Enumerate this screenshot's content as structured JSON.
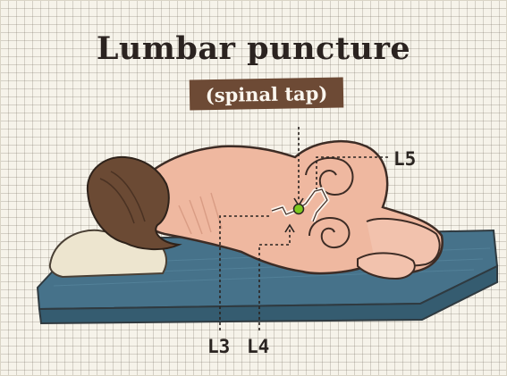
{
  "title": "Lumbar puncture",
  "subtitle": "(spinal tap)",
  "labels": {
    "l5": "L5",
    "l3": "L3",
    "l4": "L4"
  },
  "colors": {
    "background": "#f6f3ea",
    "subtitle_banner": "#6d4a35",
    "skin": "#efb8a0",
    "hair": "#6b4a34",
    "mat": "#46728a",
    "pillow": "#ede5cf",
    "puncture_marker": "#7ec820"
  }
}
